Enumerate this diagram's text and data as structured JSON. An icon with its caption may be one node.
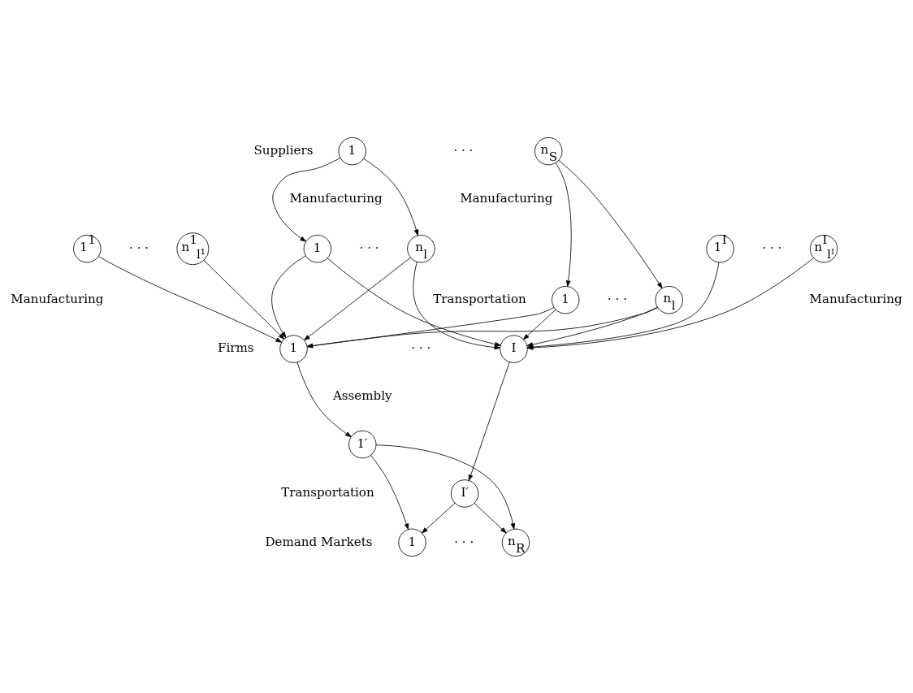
{
  "diagram": {
    "nodes": [
      {
        "text": [
          "1"
        ],
        "beside": [
          "Suppliers"
        ]
      },
      {
        "text": [
          "n$_{S}$"
        ]
      },
      {
        "text": [
          "1"
        ]
      },
      {
        "text": [
          "n$_{l}$"
        ]
      },
      {
        "text": [
          "1"
        ]
      },
      {
        "text": [
          "n$_{l}$"
        ]
      },
      {
        "text": [
          "1$^{1}$"
        ]
      },
      {
        "text": [
          "n$^{1}$$_{l¹}$"
        ]
      },
      {
        "text": [
          "1$^{I}$"
        ]
      },
      {
        "text": [
          "n$^{I}$$_{lᴵ}$"
        ]
      },
      {
        "text": [
          "1"
        ],
        "beside": [
          "Firms"
        ]
      },
      {
        "text": [
          "I"
        ]
      },
      {
        "text": [
          "1′"
        ]
      },
      {
        "text": [
          "I′"
        ]
      },
      {
        "text": [
          "1"
        ],
        "beside": [
          "Demand Markets"
        ]
      },
      {
        "text": [
          "n$_{R}$"
        ]
      }
    ],
    "edges": [
      {
        "from": 0,
        "to": 2,
        "arrow": "to"
      },
      {
        "from": 0,
        "to": 3,
        "arrow": "to"
      },
      {
        "from": 1,
        "to": 4,
        "arrow": "to"
      },
      {
        "from": 1,
        "to": 5,
        "arrow": "to"
      },
      {
        "from": 2,
        "to": 10,
        "arrow": "to"
      },
      {
        "from": 2,
        "to": 11,
        "arrow": "to"
      },
      {
        "from": 3,
        "to": 10,
        "arrow": "to"
      },
      {
        "from": 3,
        "to": 11,
        "arrow": "to"
      },
      {
        "from": 4,
        "to": 10,
        "arrow": "to"
      },
      {
        "from": 4,
        "to": 11,
        "arrow": "to"
      },
      {
        "from": 5,
        "to": 10,
        "arrow": "to"
      },
      {
        "from": 5,
        "to": 11,
        "arrow": "to"
      },
      {
        "from": 6,
        "to": 10,
        "arrow": "to"
      },
      {
        "from": 7,
        "to": 10,
        "arrow": "to"
      },
      {
        "from": 8,
        "to": 11,
        "arrow": "to"
      },
      {
        "from": 9,
        "to": 11,
        "arrow": "to"
      },
      {
        "from": 10,
        "to": 12,
        "arrow": "to"
      },
      {
        "from": 11,
        "to": 13,
        "arrow": "to"
      },
      {
        "from": 12,
        "to": 14,
        "arrow": "to"
      },
      {
        "from": 12,
        "to": 15,
        "arrow": "to"
      },
      {
        "from": 13,
        "to": 14,
        "arrow": "to"
      },
      {
        "from": 13,
        "to": 15,
        "arrow": "to"
      }
    ],
    "labels": [
      "· · ·",
      "Manufacturing",
      "Manufacturing",
      "· · ·",
      "· · ·",
      "· · ·",
      "Transportation",
      "· · ·",
      "Manufacturing",
      "Manufacturing",
      "· · ·",
      "Assembly",
      "Transportation",
      "· · ·"
    ]
  }
}
